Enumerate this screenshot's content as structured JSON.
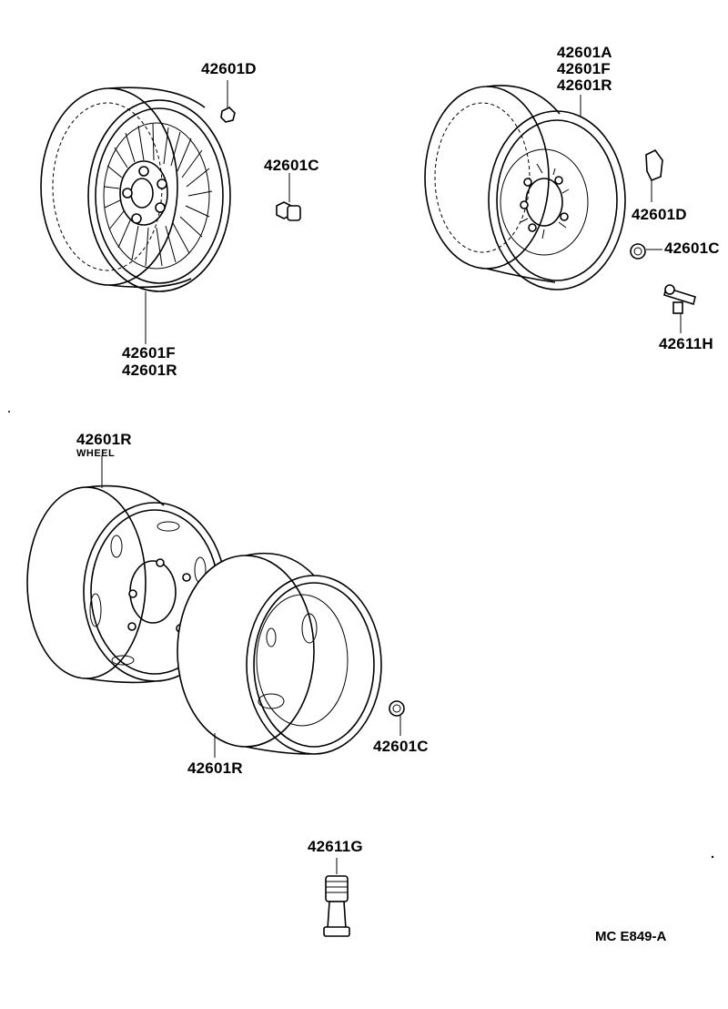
{
  "labels": {
    "top_left_wheel": [
      "42601F",
      "42601R"
    ],
    "top_left_cap": "42601D",
    "top_left_nut": "42601C",
    "top_right_wheel": [
      "42601A",
      "42601F",
      "42601R"
    ],
    "top_right_cap": "42601D",
    "top_right_nut": "42601C",
    "top_right_valve": "42611H",
    "dual_wheel_outer": "42601R",
    "dual_wheel_outer_caption": "WHEEL",
    "dual_wheel_inner": "42601R",
    "dual_nut": "42601C",
    "valve_stem": "42611G"
  },
  "diagram_code": "MC  E849-A"
}
